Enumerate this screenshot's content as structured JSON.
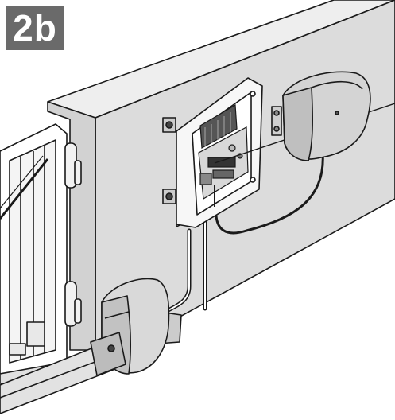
{
  "step_label": "2b",
  "colors": {
    "badge_background": "#6a6a6a",
    "badge_text": "#ffffff",
    "wall_front": "#dcdcdc",
    "wall_top": "#ececec",
    "line": "#1a1a1a"
  },
  "components": [
    "wall-pillar",
    "gate-frame",
    "gate-hinges",
    "control-unit-box",
    "control-board",
    "flashing-light",
    "gate-motor-actuator",
    "wiring-cables"
  ]
}
